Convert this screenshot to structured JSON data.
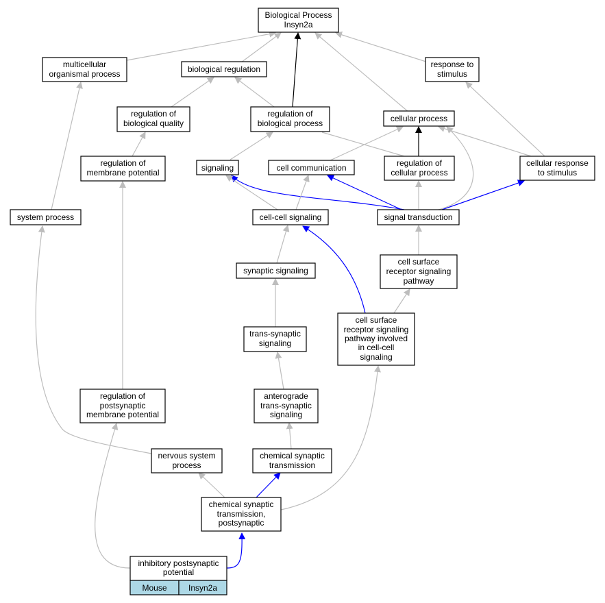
{
  "colors": {
    "gray_edge": "#bdbdbd",
    "black_edge": "#000000",
    "blue_edge": "#0000ff",
    "leaf_fill": "#add8e6"
  },
  "nodes": {
    "bp_root": [
      "Biological Process",
      "Insyn2a"
    ],
    "multicellular": [
      "multicellular",
      "organismal process"
    ],
    "bio_regulation": [
      "biological regulation"
    ],
    "response_stimulus": [
      "response to",
      "stimulus"
    ],
    "reg_bio_quality": [
      "regulation of",
      "biological quality"
    ],
    "reg_bio_process": [
      "regulation of",
      "biological process"
    ],
    "cellular_process": [
      "cellular process"
    ],
    "reg_membrane_potential": [
      "regulation of",
      "membrane potential"
    ],
    "signaling": [
      "signaling"
    ],
    "cell_communication": [
      "cell communication"
    ],
    "reg_cellular_process": [
      "regulation of",
      "cellular process"
    ],
    "cellular_response": [
      "cellular response",
      "to stimulus"
    ],
    "system_process": [
      "system process"
    ],
    "cell_cell_signaling": [
      "cell-cell signaling"
    ],
    "signal_transduction": [
      "signal transduction"
    ],
    "synaptic_signaling": [
      "synaptic signaling"
    ],
    "cell_surface_receptor": [
      "cell surface",
      "receptor signaling",
      "pathway"
    ],
    "trans_synaptic": [
      "trans-synaptic",
      "signaling"
    ],
    "cs_receptor_cell_cell": [
      "cell surface",
      "receptor signaling",
      "pathway involved",
      "in cell-cell",
      "signaling"
    ],
    "reg_postsynaptic_potential": [
      "regulation of",
      "postsynaptic",
      "membrane potential"
    ],
    "anterograde": [
      "anterograde",
      "trans-synaptic",
      "signaling"
    ],
    "nervous_system_process": [
      "nervous system",
      "process"
    ],
    "chemical_synaptic": [
      "chemical synaptic",
      "transmission"
    ],
    "chem_syn_postsynaptic": [
      "chemical synaptic",
      "transmission,",
      "postsynaptic"
    ],
    "inhibitory_psp": [
      "inhibitory postsynaptic",
      "potential"
    ]
  },
  "leaf_table": {
    "organism": "Mouse",
    "gene": "Insyn2a"
  }
}
